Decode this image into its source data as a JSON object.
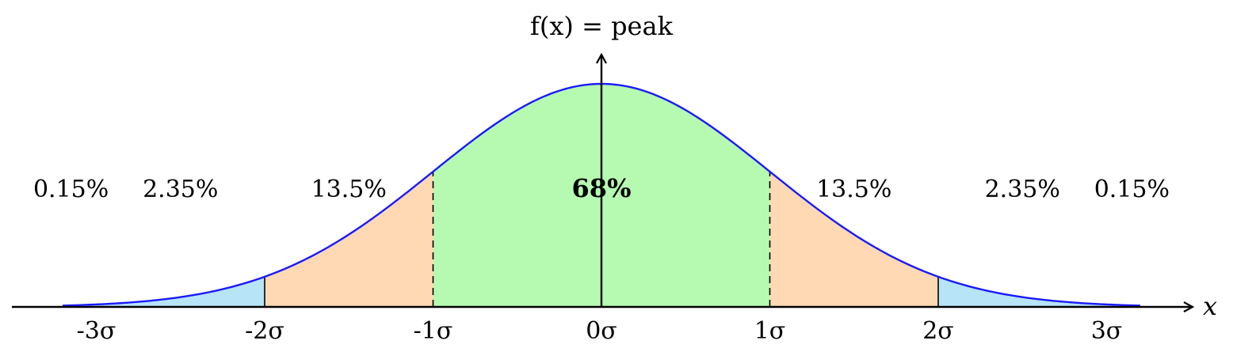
{
  "chart_data": {
    "type": "area",
    "title": "",
    "xlabel": "x",
    "ylabel": "f(x) = peak",
    "xlim": [
      -3.3,
      3.5
    ],
    "ylim": [
      0,
      1.15
    ],
    "curve": {
      "mu": 0,
      "sigma": 1,
      "x_range": [
        -3.2,
        3.2
      ],
      "peak_normalized": 1
    },
    "tick_labels": [
      "-3σ",
      "-2σ",
      "-1σ",
      "0σ",
      "1σ",
      "2σ",
      "3σ"
    ],
    "tick_values": [
      -3,
      -2,
      -1,
      0,
      1,
      2,
      3
    ],
    "regions": [
      {
        "label": "0.15%",
        "from": -3.3,
        "to": -3,
        "bold": false,
        "fill": "#b7e4f7"
      },
      {
        "label": "2.35%",
        "from": -3,
        "to": -2,
        "bold": false,
        "fill": "#b7e4f7"
      },
      {
        "label": "13.5%",
        "from": -2,
        "to": -1,
        "bold": false,
        "fill": "#ffd9b3"
      },
      {
        "label": "68%",
        "from": -1,
        "to": 1,
        "bold": true,
        "fill": "#b6fab1"
      },
      {
        "label": "13.5%",
        "from": 1,
        "to": 2,
        "bold": false,
        "fill": "#ffd9b3"
      },
      {
        "label": "2.35%",
        "from": 2,
        "to": 3,
        "bold": false,
        "fill": "#b7e4f7"
      },
      {
        "label": "0.15%",
        "from": 3,
        "to": 3.3,
        "bold": false,
        "fill": "#b7e4f7"
      }
    ],
    "dividers": [
      {
        "x": -2,
        "style": "solid"
      },
      {
        "x": -1,
        "style": "dashed"
      },
      {
        "x": 0,
        "style": "dashed"
      },
      {
        "x": 1,
        "style": "dashed"
      },
      {
        "x": 2,
        "style": "solid"
      }
    ],
    "colors": {
      "curve": "#1a1aff",
      "tail": "#b7e4f7",
      "two_sigma": "#ffd9b3",
      "one_sigma": "#b6fab1",
      "axis": "#000000"
    },
    "grid": false,
    "legend": "none"
  }
}
